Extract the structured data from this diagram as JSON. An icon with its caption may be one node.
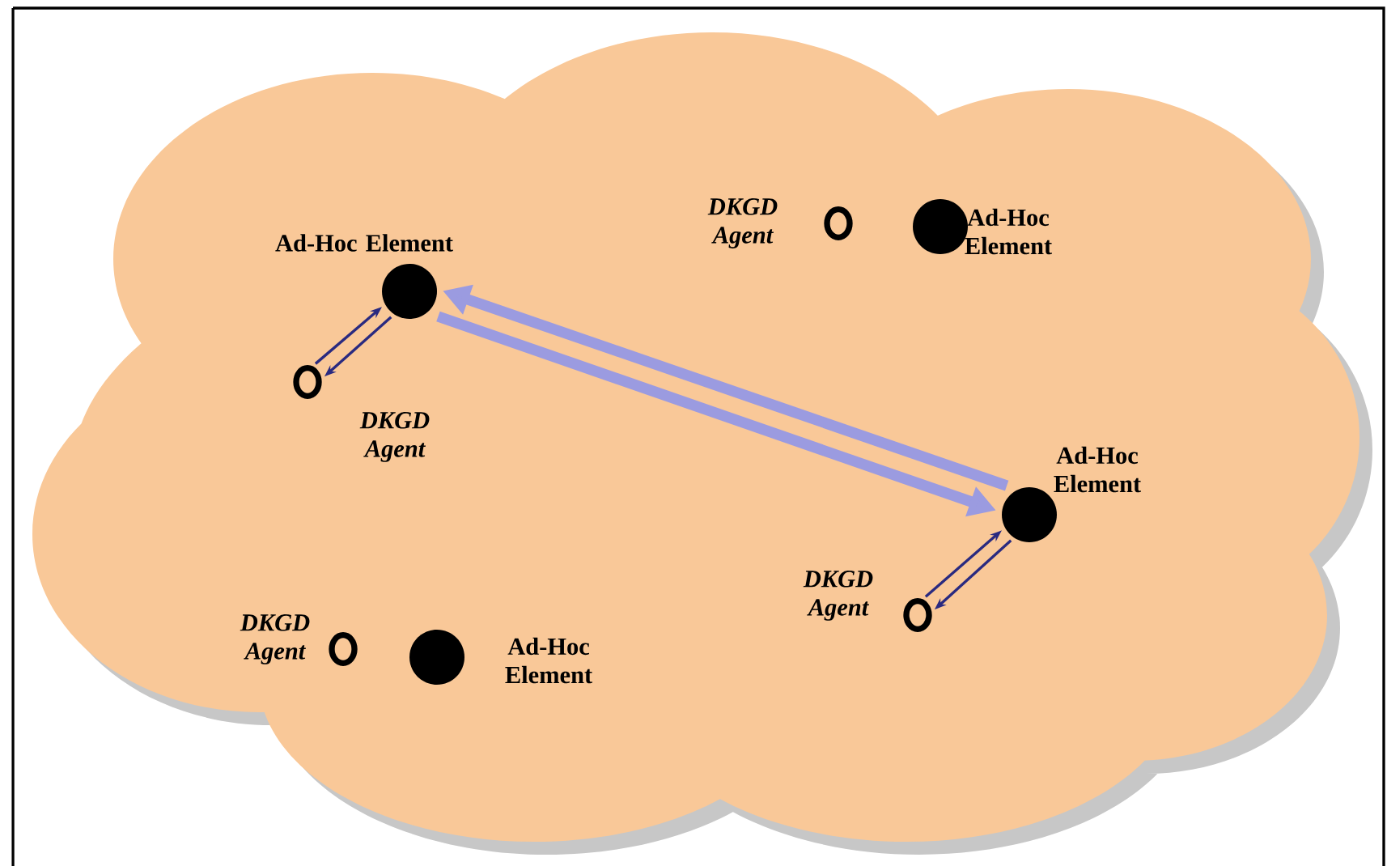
{
  "diagram": {
    "nodes": [
      {
        "text": [],
        "shape": "cloud"
      },
      {
        "text": [],
        "shape": "circle",
        "in": 0,
        "beside": [
          "DKGD Agent"
        ]
      },
      {
        "text": [],
        "shape": "dot",
        "in": 0,
        "beside": [
          "Ad-Hoc Element"
        ]
      },
      {
        "text": [],
        "shape": "dot",
        "in": 0,
        "beside": [
          "Ad-Hoc Element"
        ]
      },
      {
        "text": [],
        "shape": "circle",
        "in": 0,
        "beside": [
          "DKGD Agent"
        ]
      },
      {
        "text": [],
        "shape": "dot",
        "in": 0,
        "beside": [
          "Ad-Hoc Element"
        ]
      },
      {
        "text": [],
        "shape": "circle",
        "in": 0,
        "beside": [
          "DKGD Agent"
        ]
      },
      {
        "text": [],
        "shape": "circle",
        "in": 0,
        "beside": [
          "DKGD Agent"
        ]
      },
      {
        "text": [],
        "shape": "dot",
        "in": 0,
        "beside": [
          "Ad-Hoc Element"
        ]
      }
    ],
    "edges": [
      {
        "from": 3,
        "to": 5,
        "arrow": "to",
        "style": "thick",
        "color": "#9b9be0"
      },
      {
        "from": 5,
        "to": 3,
        "arrow": "to",
        "style": "thick",
        "color": "#9b9be0"
      },
      {
        "from": 4,
        "to": 3,
        "arrow": "to"
      },
      {
        "from": 3,
        "to": 4,
        "arrow": "to"
      },
      {
        "from": 6,
        "to": 5,
        "arrow": "to"
      },
      {
        "from": 5,
        "to": 6,
        "arrow": "to"
      }
    ]
  }
}
